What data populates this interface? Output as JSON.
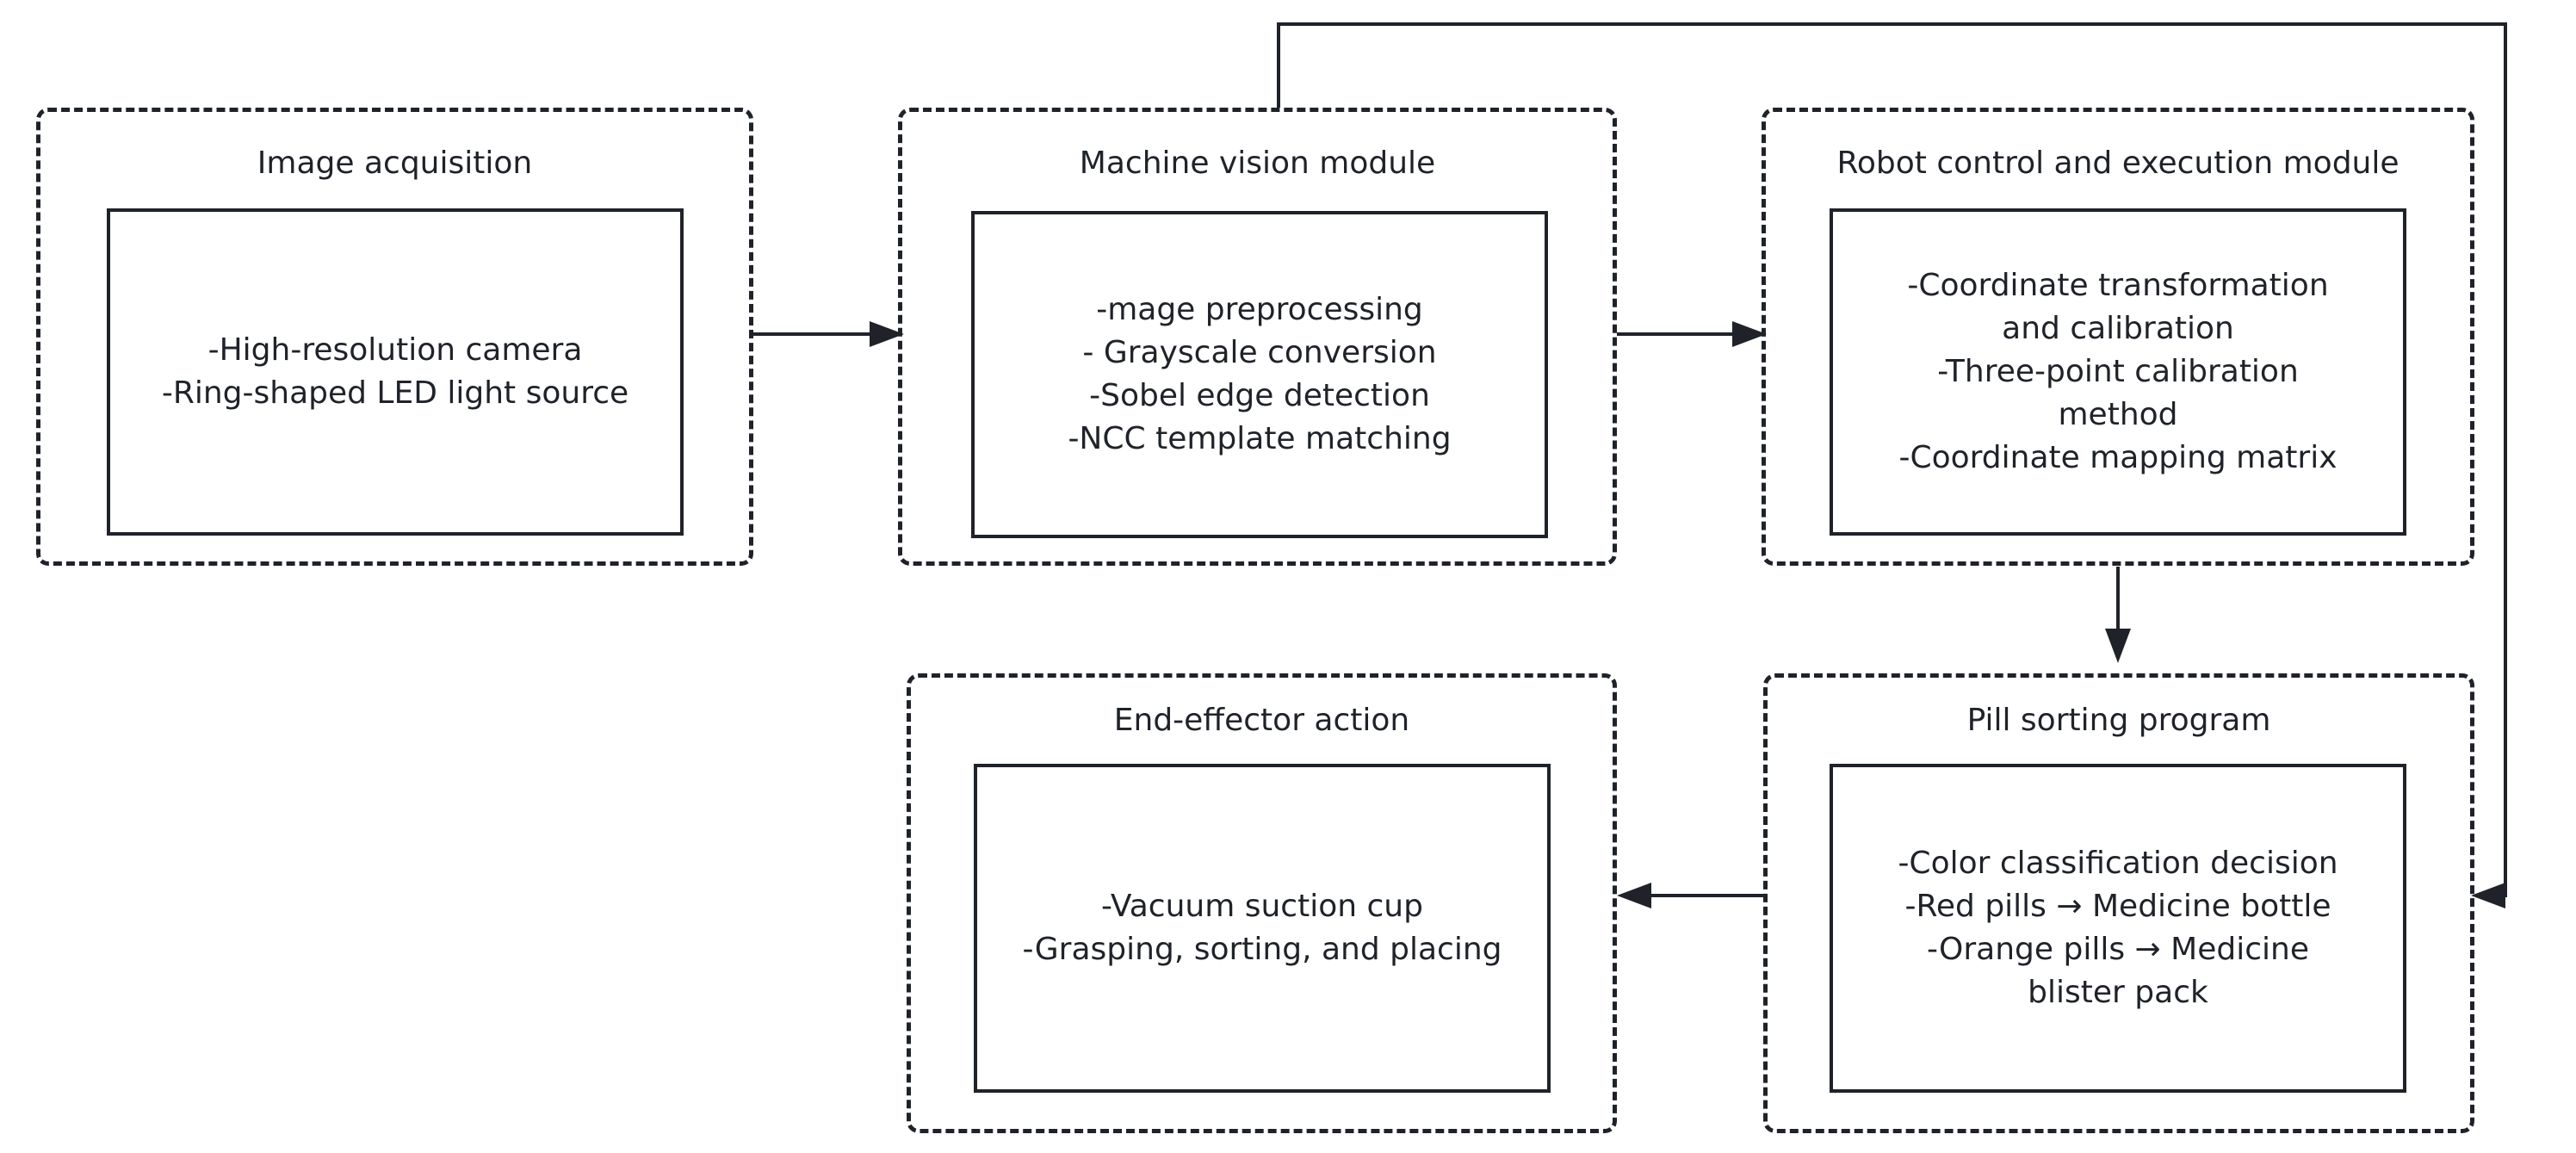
{
  "colors": {
    "stroke": "#1f2329",
    "background": "#ffffff"
  },
  "modules": {
    "acquisition": {
      "title": "Image acquisition",
      "lines": [
        "-High-resolution camera",
        "-Ring-shaped LED light source"
      ]
    },
    "vision": {
      "title": "Machine vision module",
      "lines": [
        "-mage preprocessing",
        "- Grayscale conversion",
        "-Sobel edge detection",
        "-NCC template matching"
      ]
    },
    "robot": {
      "title": "Robot control and execution module",
      "lines": [
        "-Coordinate transformation",
        "and calibration",
        "-Three-point calibration",
        "method",
        "-Coordinate mapping matrix"
      ]
    },
    "sorting": {
      "title": "Pill sorting program",
      "lines": [
        "-Color classification decision",
        "-Red pills → Medicine bottle",
        "-Orange pills → Medicine",
        "blister pack"
      ]
    },
    "effector": {
      "title": "End-effector action",
      "lines": [
        "-Vacuum suction cup",
        "-Grasping, sorting, and placing"
      ]
    }
  }
}
